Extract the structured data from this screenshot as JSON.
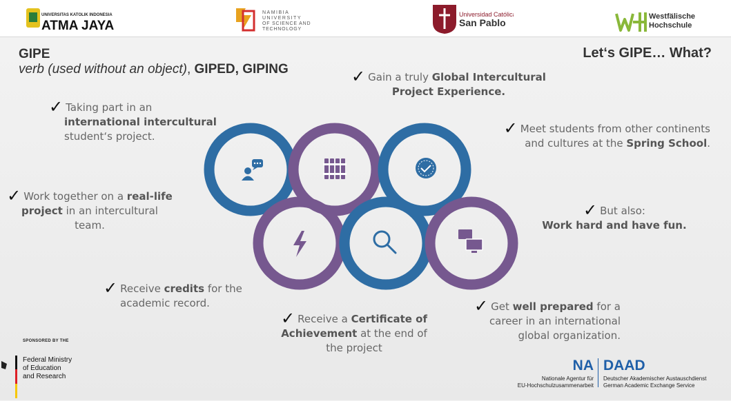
{
  "logos": {
    "atma_jaya_small": "UNIVERSITAS KATOLIK INDONESIA",
    "atma_jaya_big": "ATMA JAYA",
    "nust_1": "NAMIBIA",
    "nust_2": "UNIVERSITY",
    "nust_3": "OF SCIENCE AND",
    "nust_4": "TECHNOLOGY",
    "ucsp_1": "Universidad Católica",
    "ucsp_2": "San Pablo",
    "wh_1": "Westfälische",
    "wh_2": "Hochschule"
  },
  "heading": {
    "title": "GIPE",
    "definition_italic": "verb (used without an object)",
    "definition_sep": ", ",
    "definition_forms": "GIPED, GIPING",
    "right_title": "Let‘s GIPE… What?"
  },
  "check": "✓",
  "points": {
    "p1": {
      "a": "Taking part in an",
      "b": "international intercultural",
      "c": "student‘s project."
    },
    "p2": {
      "a": "Work together on a ",
      "b": "real-life",
      "c": "project",
      "d": " in an intercultural",
      "e": "team."
    },
    "p3": {
      "a": "Receive ",
      "b": "credits",
      "c": " for the",
      "d": "academic record."
    },
    "p4": {
      "a": "Receive a ",
      "b": "Certificate of",
      "c": "Achievement",
      "d": " at the end of",
      "e": "the project"
    },
    "p5": {
      "a": "Gain a truly ",
      "b": "Global Intercultural",
      "c": "Project Experience."
    },
    "p6": {
      "a": "Meet students from other continents",
      "b": "and cultures at the ",
      "c": "Spring School",
      "d": "."
    },
    "p7": {
      "a": "But also:",
      "b": "Work hard and have fun."
    },
    "p8": {
      "a": "Get ",
      "b": "well prepared",
      "c": " for a",
      "d": "career in an international",
      "e": "global organization."
    }
  },
  "sponsor": {
    "label": "SPONSORED BY THE",
    "line1": "Federal Ministry",
    "line2": "of Education",
    "line3": "and Research"
  },
  "na_daad": {
    "na": "NA",
    "daad": "DAAD",
    "na_line1": "Nationale Agentur für",
    "na_line2": "EU-Hochschulzusammenarbeit",
    "daad_line1": "Deutscher Akademischer Austauschdienst",
    "daad_line2": "German Academic Exchange Service"
  },
  "colors": {
    "blue": "#2e6da4",
    "purple": "#76588f",
    "daad_blue": "#1f5fa8",
    "wh_green": "#8ab83a",
    "ucsp_red": "#8c1b2b"
  },
  "ring_icons": [
    "chat-user-icon",
    "library-icon",
    "verified-badge-icon",
    "lightning-icon",
    "search-icon",
    "computers-icon"
  ]
}
